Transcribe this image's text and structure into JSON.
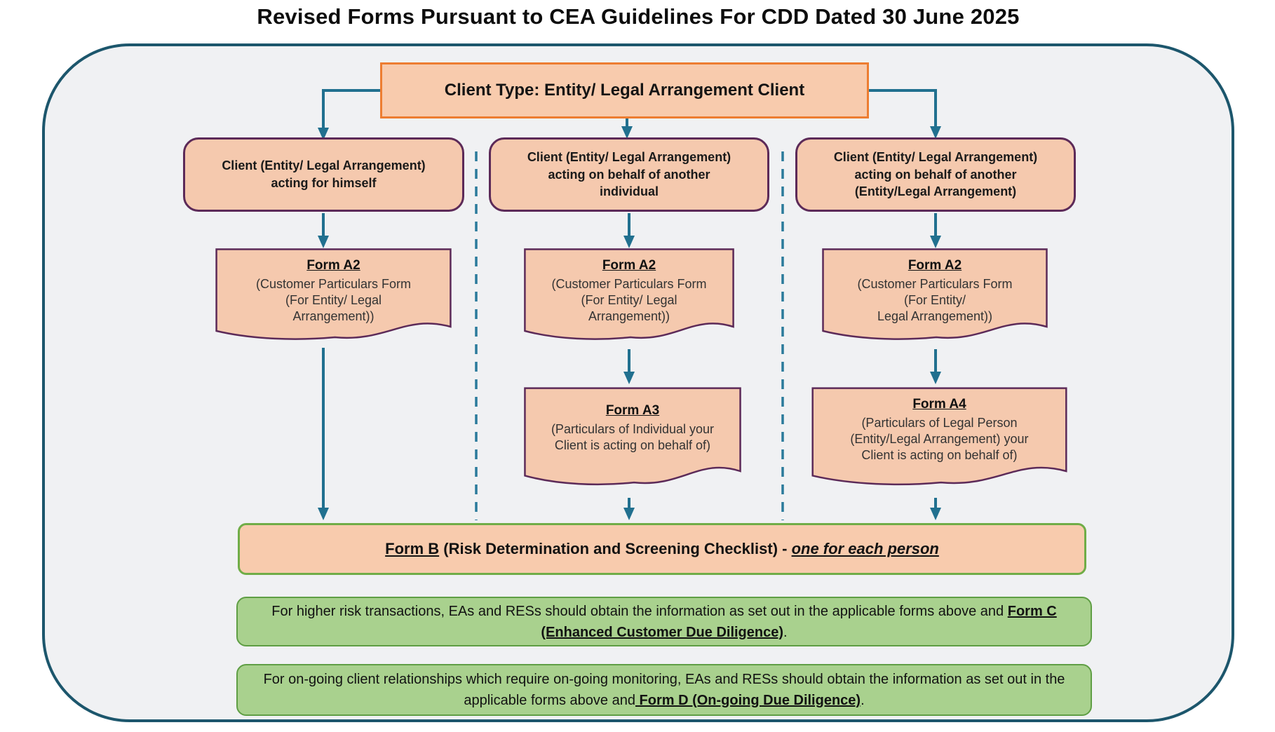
{
  "title": "Revised Forms Pursuant to CEA Guidelines For CDD Dated 30 June 2025",
  "colors": {
    "container_border": "#1C566C",
    "container_fill": "#F0F1F3",
    "client_type_border": "#ED7D31",
    "peach_fill": "#F8CBAD",
    "branch_fill": "#F5C9AE",
    "branch_border": "#5C2A58",
    "connector": "#21708F",
    "form_b_border": "#70AD47",
    "note_fill": "#A9D18E",
    "note_border": "#5F9E44"
  },
  "client_type_box": {
    "label": "Client Type: Entity/ Legal Arrangement Client"
  },
  "branches": {
    "left": {
      "lines": [
        "Client (Entity/ Legal Arrangement)",
        "acting for himself"
      ]
    },
    "middle": {
      "lines": [
        "Client (Entity/ Legal Arrangement)",
        "acting on behalf of another",
        "individual"
      ]
    },
    "right": {
      "lines": [
        "Client (Entity/ Legal Arrangement)",
        "acting on behalf of another",
        "(Entity/Legal Arrangement)"
      ]
    }
  },
  "forms": {
    "a2_left": {
      "title": "Form A2",
      "lines": [
        "(Customer Particulars Form",
        "(For Entity/ Legal",
        "Arrangement))"
      ]
    },
    "a2_middle": {
      "title": "Form A2",
      "lines": [
        "(Customer Particulars Form",
        "(For Entity/ Legal",
        "Arrangement))"
      ]
    },
    "a2_right": {
      "title": "Form A2",
      "lines": [
        "(Customer Particulars Form",
        "(For Entity/",
        "Legal Arrangement))"
      ]
    },
    "a3": {
      "title": "Form A3",
      "lines": [
        "(Particulars of Individual your",
        "Client is acting on behalf of)"
      ]
    },
    "a4": {
      "title": "Form A4",
      "lines": [
        "(Particulars of Legal Person",
        "(Entity/Legal Arrangement) your",
        "Client is acting on behalf of)"
      ]
    }
  },
  "form_b": {
    "title": "Form B",
    "middle": " (Risk Determination and Screening Checklist) - ",
    "emphasis": "one for each person"
  },
  "notes": {
    "form_c": {
      "before": "For higher risk transactions, EAs and RESs should obtain the information as set out in the applicable forms above and ",
      "strong": "Form C (Enhanced Customer Due Diligence)",
      "after": "."
    },
    "form_d": {
      "before": "For on-going client relationships which require on-going monitoring, EAs and RESs should obtain the information as set out in the applicable forms above and",
      "strong": " Form D (On-going Due Diligence)",
      "after": "."
    }
  }
}
